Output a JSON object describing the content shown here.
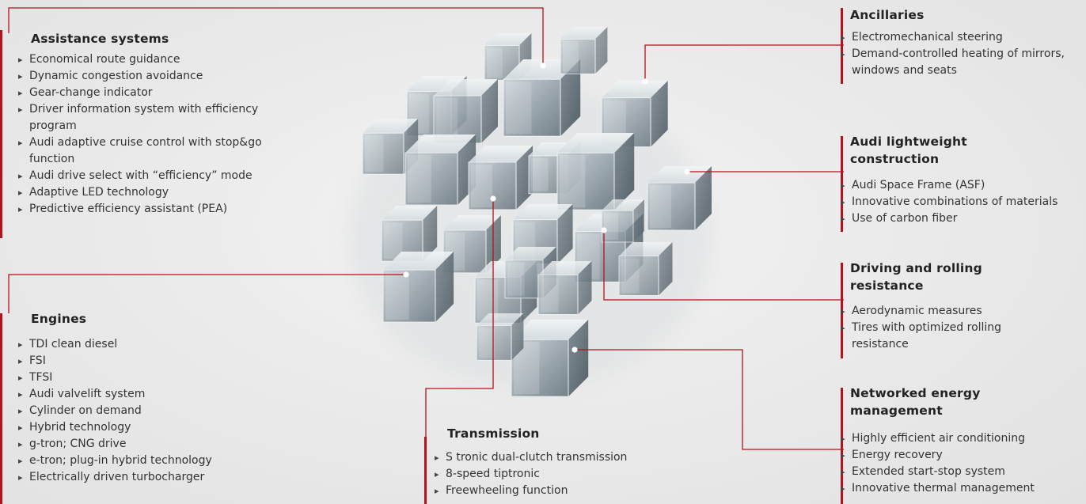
{
  "assistance": {
    "title": "Assistance systems",
    "items": [
      "Economical route guidance",
      "Dynamic congestion avoidance",
      "Gear-change indicator",
      "Driver information system with efficiency program",
      "Audi adaptive cruise control with stop&go function",
      "Audi drive select with “efficiency” mode",
      "Adaptive LED technology",
      "Predictive efficiency assistant (PEA)"
    ]
  },
  "engines": {
    "title": "Engines",
    "items": [
      "TDI clean diesel",
      "FSI",
      "TFSI",
      "Audi valvelift system",
      "Cylinder on demand",
      "Hybrid technology",
      "g-tron; CNG drive",
      "e-tron; plug-in hybrid technology",
      "Electrically driven turbocharger"
    ]
  },
  "transmission": {
    "title": "Transmission",
    "items": [
      "S tronic dual-clutch transmission",
      "8-speed tiptronic",
      "Freewheeling function"
    ]
  },
  "ancillaries": {
    "title": "Ancillaries",
    "items": [
      "Electromechanical steering",
      "Demand-controlled heating of mirrors, windows and seats"
    ]
  },
  "lightweight": {
    "title": "Audi lightweight construction",
    "items": [
      "Audi Space Frame (ASF)",
      "Innovative combinations of materials",
      "Use of carbon fiber"
    ]
  },
  "resistance": {
    "title": "Driving and rolling resistance",
    "items": [
      "Aerodynamic measures",
      "Tires with optimized rolling resistance"
    ]
  },
  "energy": {
    "title": "Networked energy management",
    "items": [
      "Highly efficient air conditioning",
      "Energy recovery",
      "Extended start-stop system",
      "Innovative thermal management"
    ]
  },
  "colors": {
    "accent": "#b5121b",
    "text": "#333333"
  },
  "icons": {
    "cube-cluster": "glass-cubes-icon"
  }
}
